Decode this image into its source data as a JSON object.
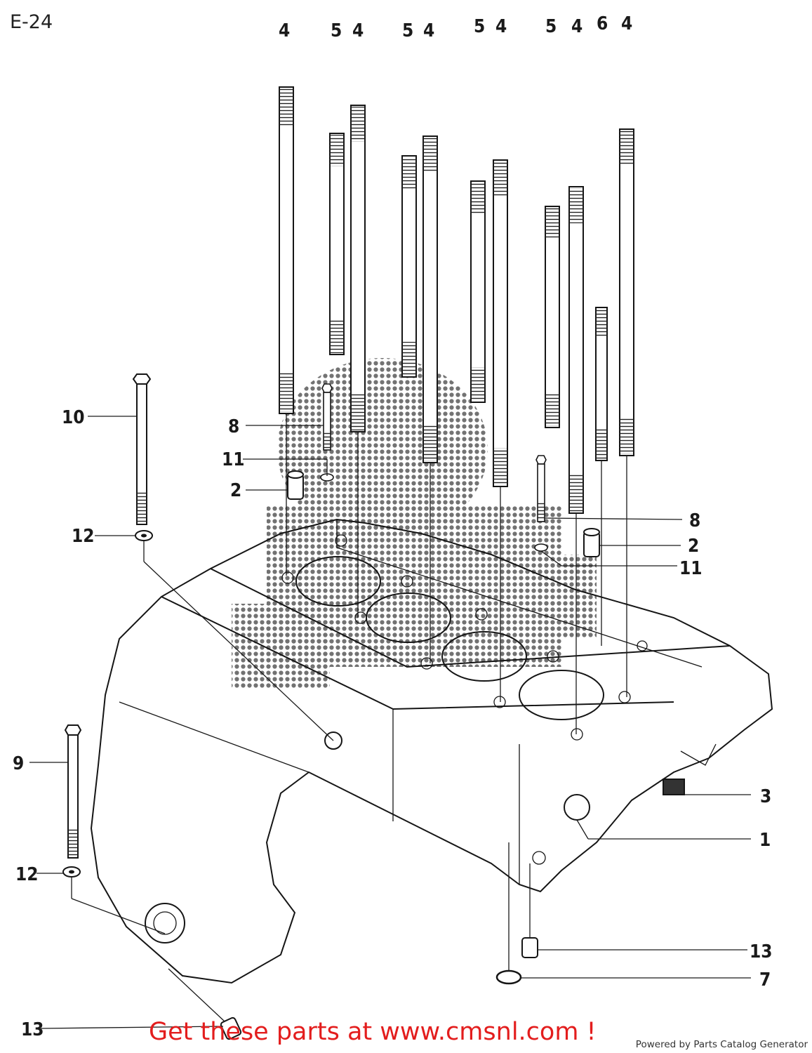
{
  "page": {
    "code": "E-24"
  },
  "callouts": {
    "top_row": [
      "4",
      "5",
      "4",
      "5",
      "4",
      "5",
      "4",
      "5",
      "4",
      "6",
      "4"
    ],
    "left_8": "8",
    "left_11": "11",
    "left_2": "2",
    "left_10": "10",
    "left_12a": "12",
    "right_8": "8",
    "right_2": "2",
    "right_11": "11",
    "right_3": "3",
    "right_1": "1",
    "right_13": "13",
    "right_7": "7",
    "left_9": "9",
    "left_12b": "12",
    "left_13": "13"
  },
  "footer": {
    "cta": "Get these parts at www.cmsnl.com !",
    "credit": "Powered by Parts Catalog Generator"
  },
  "colors": {
    "cta": "#e31d1d",
    "ink": "#151515",
    "watermark": "#6a6a6a"
  }
}
